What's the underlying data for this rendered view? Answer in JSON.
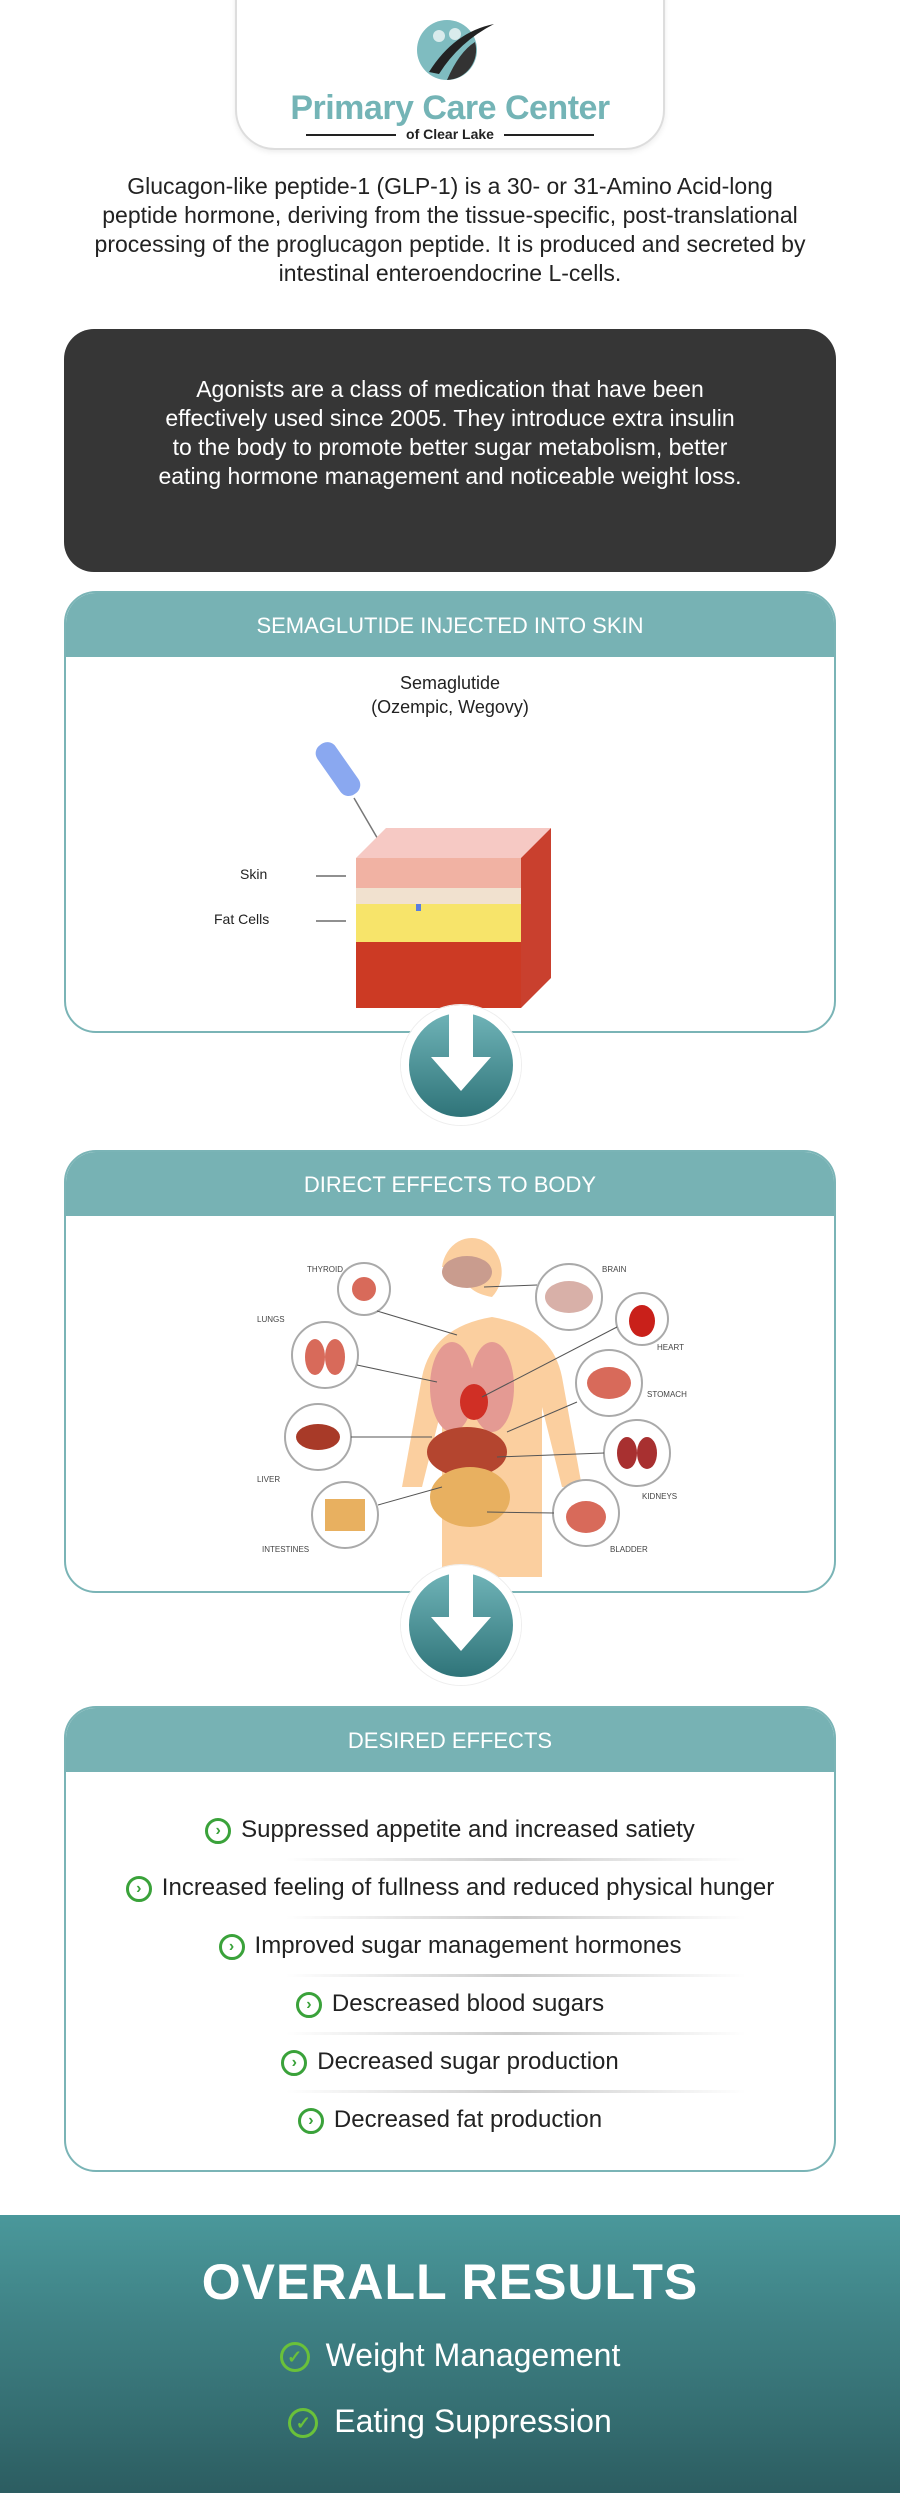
{
  "logo": {
    "title": "Primary Care Center",
    "subtitle": "of Clear Lake"
  },
  "intro": "Glucagon-like peptide-1 (GLP-1) is a 30- or 31-Amino Acid-long peptide hormone, deriving from the tissue-specific, post-translational processing of the proglucagon peptide. It is produced and secreted by intestinal enteroendocrine L-cells.",
  "highlight": "Agonists are a class of medication that have been effectively used since 2005. They introduce extra insulin to the body to promote better sugar metabolism, better eating hormone management and noticeable weight loss.",
  "colors": {
    "teal": "#77b2b4",
    "dark_box": "#363636",
    "check_green": "#3aa23a",
    "band_top": "#4a989b",
    "band_bottom": "#2c5d61"
  },
  "card1": {
    "title": "SEMAGLUTIDE INJECTED INTO SKIN",
    "drug": "Semaglutide",
    "brands": "(Ozempic, Wegovy)",
    "labels": {
      "skin": "Skin",
      "fat": "Fat Cells"
    }
  },
  "card2": {
    "title": "DIRECT EFFECTS TO BODY",
    "organs": {
      "thyroid": "THYROID",
      "lungs": "LUNGS",
      "liver": "LIVER",
      "intestines": "INTESTINES",
      "brain": "BRAIN",
      "heart": "HEART",
      "stomach": "STOMACH",
      "kidneys": "KIDNEYS",
      "bladder": "BLADDER"
    }
  },
  "card3": {
    "title": "DESIRED EFFECTS",
    "items": [
      "Suppressed appetite and increased satiety",
      "Increased feeling of fullness and reduced physical hunger",
      "Improved sugar management hormones",
      "Descreased blood sugars",
      "Decreased sugar production",
      "Decreased fat production"
    ]
  },
  "results": {
    "title": "OVERALL RESULTS",
    "items": [
      "Weight Management",
      "Eating Suppression"
    ]
  },
  "icons": {
    "effect_bullet": "chevron-circle-icon",
    "result_bullet": "check-circle-icon",
    "flow": "arrow-down-icon"
  }
}
